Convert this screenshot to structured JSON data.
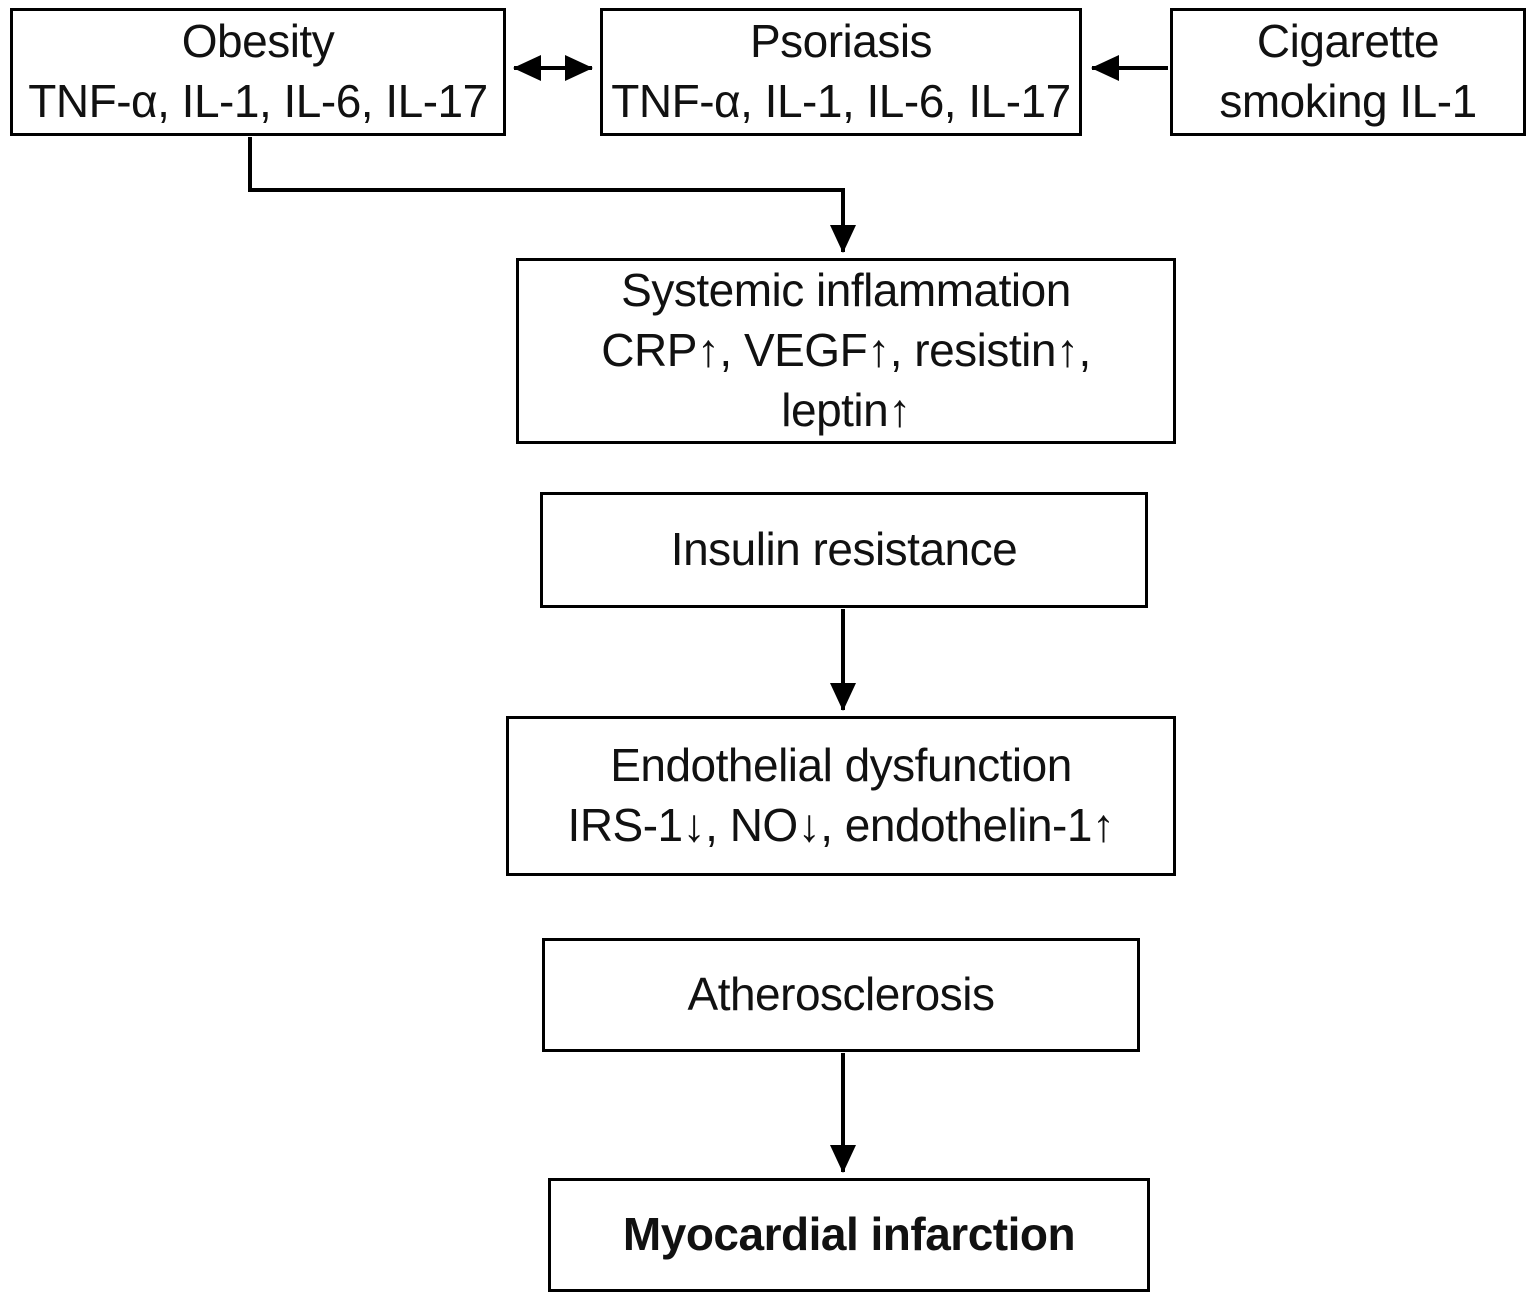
{
  "diagram": {
    "colors": {
      "border": "#000000",
      "text": "#111111",
      "background": "#ffffff"
    },
    "boxes": {
      "obesity": {
        "lines": [
          "Obesity",
          "TNF-α, IL-1, IL-6, IL-17"
        ]
      },
      "psoriasis": {
        "lines": [
          "Psoriasis",
          "TNF-α, IL-1, IL-6, IL-17"
        ]
      },
      "cigarette_smoking": {
        "lines": [
          "Cigarette",
          "smoking IL-1"
        ]
      },
      "systemic_inflammation": {
        "lines": [
          "Systemic inflammation",
          "CRP↑, VEGF↑, resistin↑,",
          "leptin↑"
        ]
      },
      "insulin_resistance": {
        "lines": [
          "Insulin resistance"
        ]
      },
      "endothelial_dysfunction": {
        "lines": [
          "Endothelial dysfunction",
          "IRS-1↓, NO↓, endothelin-1↑"
        ]
      },
      "atherosclerosis": {
        "lines": [
          "Atherosclerosis"
        ]
      },
      "myocardial_infarction": {
        "lines": [
          "Myocardial infarction"
        ]
      }
    },
    "connections": [
      {
        "from": "obesity",
        "to": "psoriasis",
        "type": "double-arrow"
      },
      {
        "from": "cigarette_smoking",
        "to": "psoriasis",
        "type": "arrow"
      },
      {
        "from": "obesity",
        "to": "systemic_inflammation",
        "type": "elbow-arrow"
      },
      {
        "from": "insulin_resistance",
        "to": "endothelial_dysfunction",
        "type": "arrow"
      },
      {
        "from": "atherosclerosis",
        "to": "myocardial_infarction",
        "type": "arrow"
      }
    ]
  }
}
